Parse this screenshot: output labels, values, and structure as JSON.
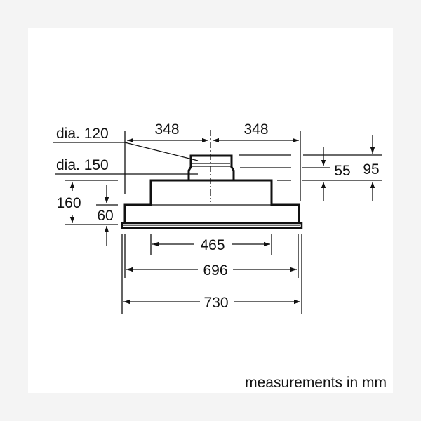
{
  "diagram": {
    "type": "technical dimension drawing (front elevation, cooker hood insert)",
    "unit_note": "measurements in mm",
    "labels": {
      "dia_upper": "dia. 120",
      "dia_lower": "dia. 150",
      "half_width_left": "348",
      "half_width_right": "348",
      "height_spigot_55": "55",
      "height_spigot_95": "95",
      "height_total_160": "160",
      "height_base_60": "60",
      "width_465": "465",
      "width_696": "696",
      "width_730": "730"
    },
    "dimensions_mm": {
      "outlet_diameter_small": 120,
      "outlet_diameter_large": 150,
      "half_width_left": 348,
      "half_width_right": 348,
      "spigot_height_inner": 55,
      "spigot_height_outer": 95,
      "overall_height": 160,
      "base_height": 60,
      "upper_body_width": 465,
      "body_width": 696,
      "overall_width": 730
    }
  },
  "colors": {
    "background": "#f4f4f4",
    "panel": "#ffffff",
    "ink": "#111111"
  }
}
